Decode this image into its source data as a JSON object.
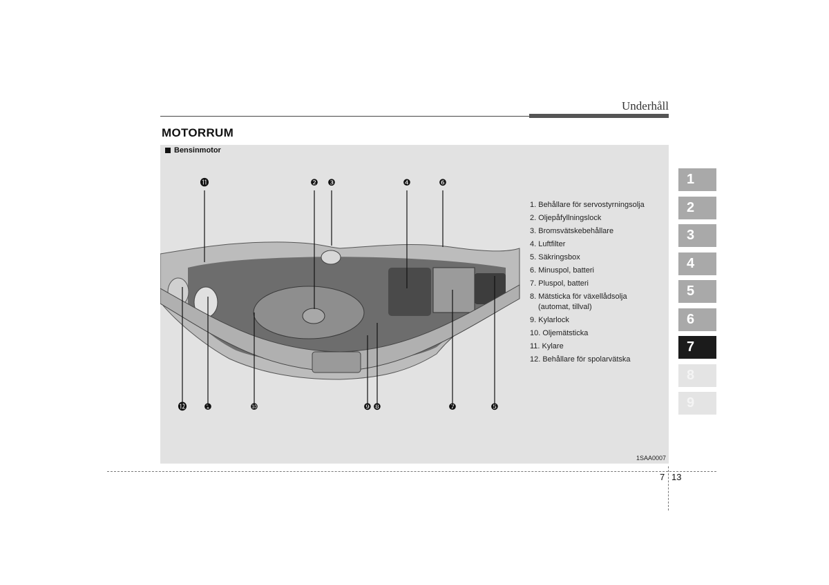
{
  "header": {
    "title": "Underhåll"
  },
  "section": {
    "title": "MOTORRUM"
  },
  "figure": {
    "subtitle": "Bensinmotor",
    "code": "1SAA0007",
    "callouts": [
      "❶",
      "❷",
      "❸",
      "❹",
      "❺",
      "❻",
      "❼",
      "❽",
      "❾",
      "❿",
      "⓫",
      "⓬"
    ]
  },
  "legend": {
    "items": [
      "1. Behållare för servostyrningsolja",
      "2. Oljepåfyllningslock",
      "3. Bromsvätskebehållare",
      "4. Luftfilter",
      "5. Säkringsbox",
      "6. Minuspol, batteri",
      "7. Pluspol, batteri",
      "8. Mätsticka för växellådsolja",
      "(automat, tillval)",
      "9. Kylarlock",
      "10. Oljemätsticka",
      "11. Kylare",
      "12. Behållare för spolarvätska"
    ]
  },
  "chapter_tabs": [
    "1",
    "2",
    "3",
    "4",
    "5",
    "6",
    "7",
    "8",
    "9"
  ],
  "footer": {
    "chapter": "7",
    "page": "13"
  },
  "colors": {
    "active_tab": "#1b1b1b",
    "inactive_tab": "#a9a9a9",
    "panel": "#e2e2e2"
  }
}
